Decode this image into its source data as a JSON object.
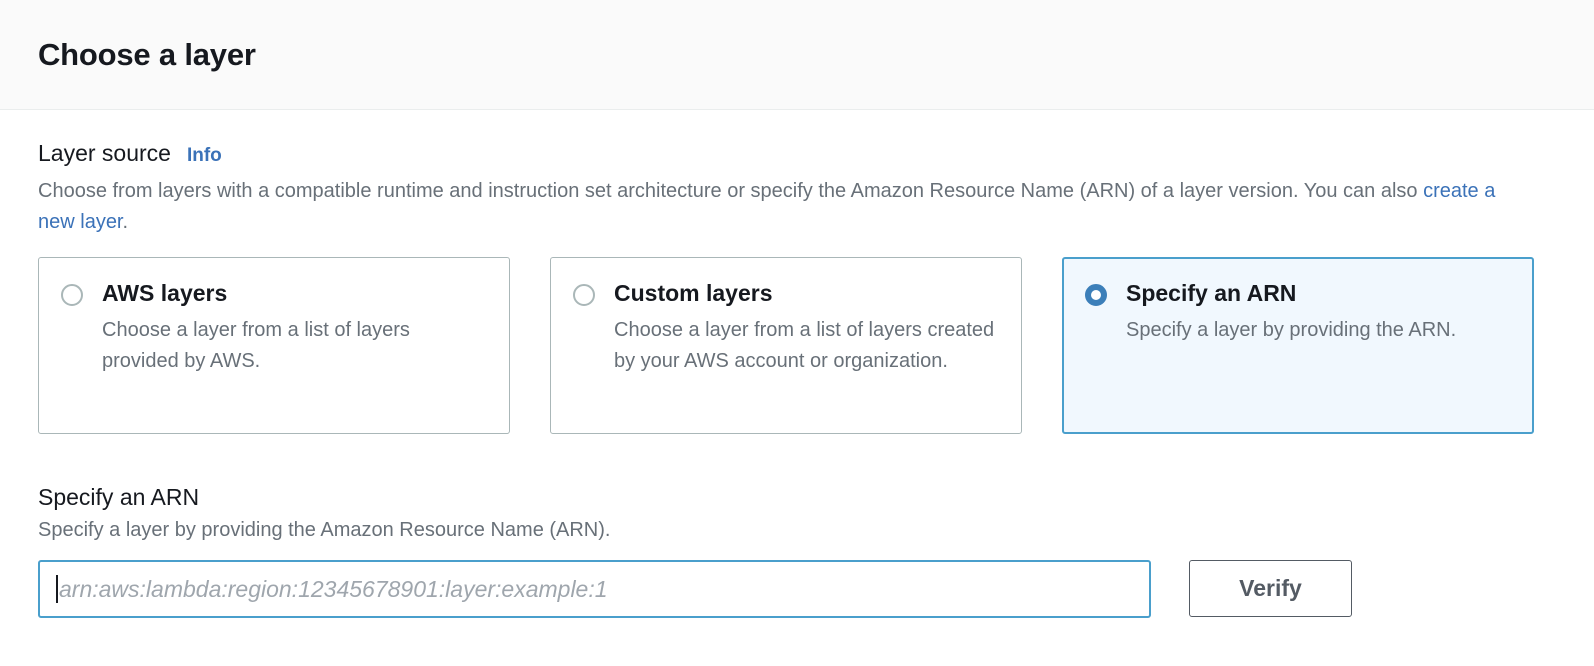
{
  "header": {
    "title": "Choose a layer"
  },
  "layer_source": {
    "label": "Layer source",
    "info_label": "Info",
    "description_part1": "Choose from layers with a compatible runtime and instruction set architecture or specify the Amazon Resource Name (ARN) of a layer version. You can also ",
    "description_link": "create a new layer",
    "description_part2": ".",
    "options": [
      {
        "title": "AWS layers",
        "description": "Choose a layer from a list of layers provided by AWS.",
        "selected": false
      },
      {
        "title": "Custom layers",
        "description": "Choose a layer from a list of layers created by your AWS account or organization.",
        "selected": false
      },
      {
        "title": "Specify an ARN",
        "description": "Specify a layer by providing the ARN.",
        "selected": true
      }
    ]
  },
  "arn_section": {
    "label": "Specify an ARN",
    "description": "Specify a layer by providing the Amazon Resource Name (ARN).",
    "input_value": "",
    "input_placeholder": "arn:aws:lambda:region:12345678901:layer:example:1",
    "verify_label": "Verify"
  },
  "colors": {
    "accent_blue": "#3b72b8",
    "selected_border": "#4a9fcc",
    "selected_fill": "#f1f8fe",
    "radio_checked": "#3c7fb9",
    "text_primary": "#16191f",
    "text_secondary": "#687078",
    "border_default": "#aab7b8",
    "header_bg": "#fafafa",
    "button_border": "#545b64"
  }
}
